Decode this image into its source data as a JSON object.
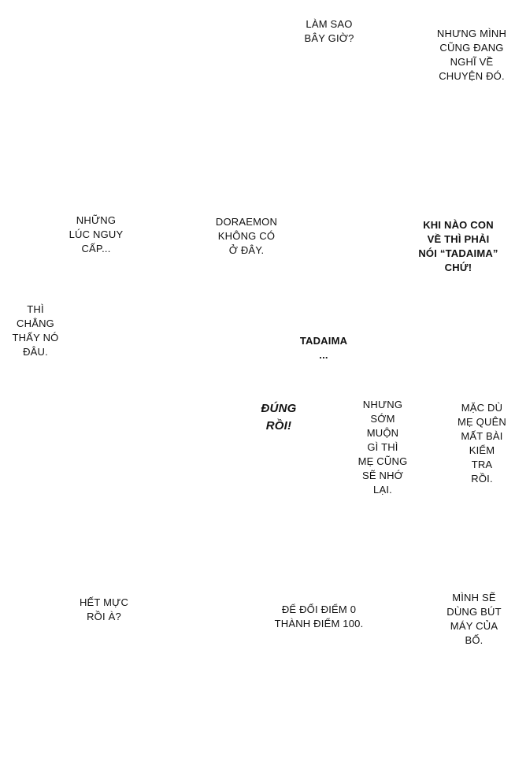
{
  "bubbles": {
    "lam_sao": {
      "lines": [
        "LÀM SAO",
        "BÂY GIỜ?"
      ]
    },
    "nhung_minh": {
      "lines": [
        "NHƯNG MÌNH",
        "CŨNG ĐANG",
        "NGHĨ VỀ",
        "CHUYỆN ĐÓ."
      ]
    },
    "nhung_luc": {
      "lines": [
        "NHỮNG",
        "LÚC NGUY",
        "CẤP..."
      ]
    },
    "doraemon": {
      "lines": [
        "DORAEMON",
        "KHÔNG CÓ",
        "Ở ĐÂY."
      ]
    },
    "khi_nao": {
      "lines": [
        "KHI NÀO CON",
        "VỀ THÌ PHẢI",
        "NÓI “TADAIMA”",
        "CHỨ!"
      ]
    },
    "thi_chang": {
      "lines": [
        "THÌ",
        "CHẲNG",
        "THẤY NÓ",
        "ĐÂU."
      ]
    },
    "tadaima": {
      "lines": [
        "TADAIMA",
        "..."
      ]
    },
    "dung_roi": {
      "lines": [
        "ĐÚNG",
        "RỒI!"
      ]
    },
    "som_muon": {
      "lines": [
        "NHƯNG",
        "SỚM",
        "MUỘN",
        "GÌ THÌ",
        "MẸ CŨNG",
        "SẼ NHỚ",
        "LẠI."
      ]
    },
    "mac_du": {
      "lines": [
        "MẶC DÙ",
        "MẸ QUÊN",
        "MẤT BÀI",
        "KIỂM",
        "TRA",
        "RỒI."
      ]
    },
    "het_muc": {
      "lines": [
        "HẾT MỰC",
        "RỒI À?"
      ]
    },
    "de_doi": {
      "lines": [
        "ĐỂ ĐỔI ĐIỂM 0",
        "THÀNH ĐIỂM 100."
      ]
    },
    "minh_se": {
      "lines": [
        "MÌNH SẼ",
        "DÙNG BÚT",
        "MÁY CỦA",
        "BỐ."
      ]
    }
  }
}
